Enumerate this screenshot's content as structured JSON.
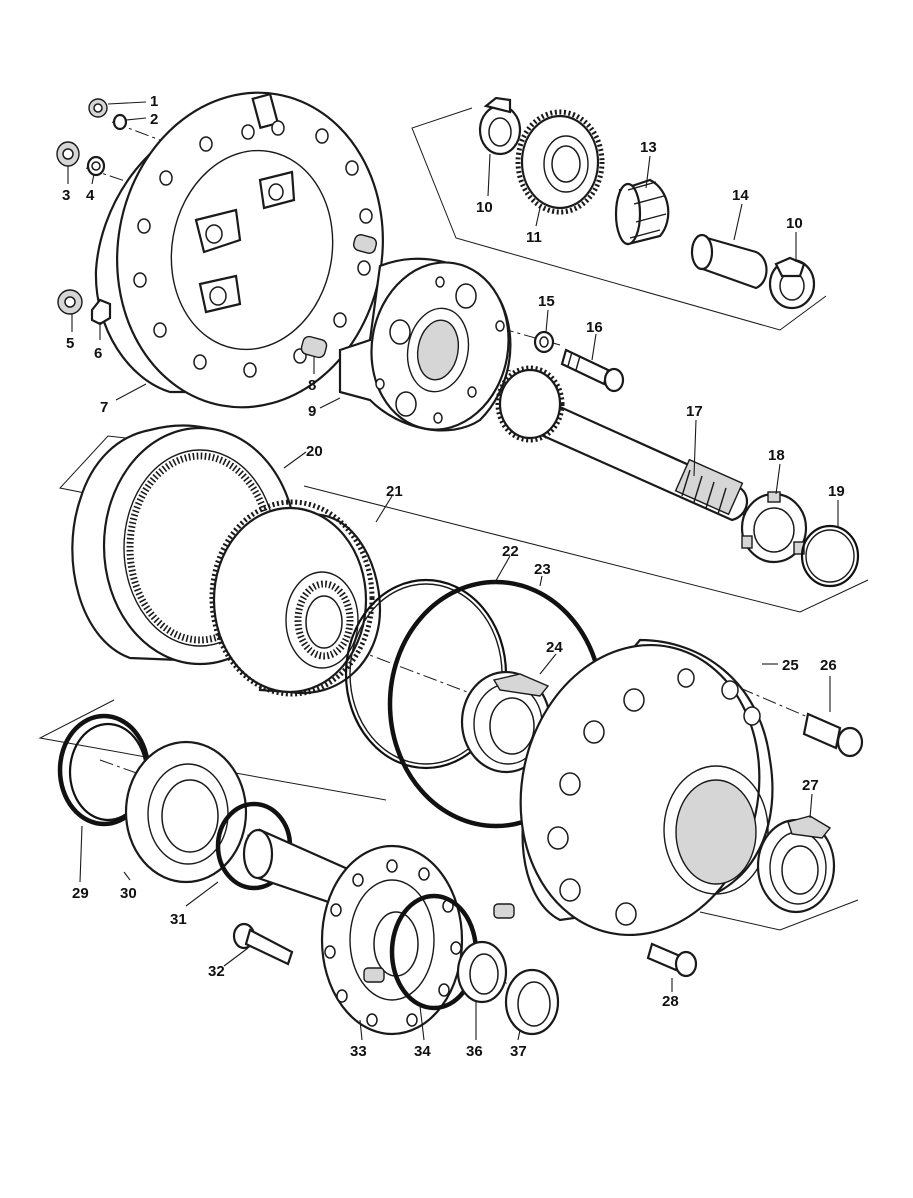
{
  "diagram": {
    "callouts": [
      {
        "id": "p1",
        "label": "1"
      },
      {
        "id": "p2",
        "label": "2"
      },
      {
        "id": "p3",
        "label": "3"
      },
      {
        "id": "p4",
        "label": "4"
      },
      {
        "id": "p5",
        "label": "5"
      },
      {
        "id": "p6",
        "label": "6"
      },
      {
        "id": "p7",
        "label": "7"
      },
      {
        "id": "p8",
        "label": "8"
      },
      {
        "id": "p9",
        "label": "9"
      },
      {
        "id": "p10a",
        "label": "10"
      },
      {
        "id": "p11",
        "label": "11"
      },
      {
        "id": "p13",
        "label": "13"
      },
      {
        "id": "p14",
        "label": "14"
      },
      {
        "id": "p10b",
        "label": "10"
      },
      {
        "id": "p15",
        "label": "15"
      },
      {
        "id": "p16",
        "label": "16"
      },
      {
        "id": "p17",
        "label": "17"
      },
      {
        "id": "p18",
        "label": "18"
      },
      {
        "id": "p19",
        "label": "19"
      },
      {
        "id": "p20",
        "label": "20"
      },
      {
        "id": "p21",
        "label": "21"
      },
      {
        "id": "p22",
        "label": "22"
      },
      {
        "id": "p23",
        "label": "23"
      },
      {
        "id": "p24",
        "label": "24"
      },
      {
        "id": "p25",
        "label": "25"
      },
      {
        "id": "p26",
        "label": "26"
      },
      {
        "id": "p27",
        "label": "27"
      },
      {
        "id": "p28",
        "label": "28"
      },
      {
        "id": "p29",
        "label": "29"
      },
      {
        "id": "p30",
        "label": "30"
      },
      {
        "id": "p31",
        "label": "31"
      },
      {
        "id": "p32",
        "label": "32"
      },
      {
        "id": "p33",
        "label": "33"
      },
      {
        "id": "p34",
        "label": "34"
      },
      {
        "id": "p36",
        "label": "36"
      },
      {
        "id": "p37",
        "label": "37"
      }
    ]
  }
}
